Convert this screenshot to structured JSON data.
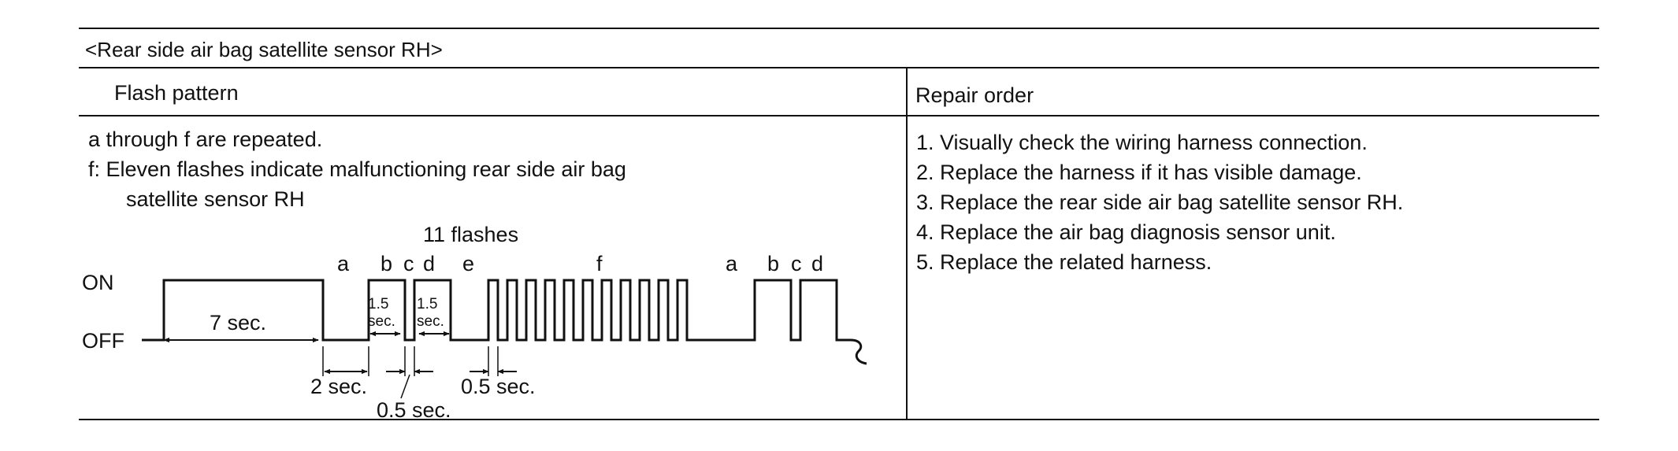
{
  "table": {
    "title": "<Rear side air bag satellite sensor RH>",
    "col_left_header": "Flash pattern",
    "col_right_header": "Repair order"
  },
  "flash_pattern": {
    "note_1": "a through f are repeated.",
    "note_2_line1": "f: Eleven flashes indicate malfunctioning rear side air bag",
    "note_2_line2": "satellite sensor RH",
    "flash_count_label": "11 flashes",
    "state_on": "ON",
    "state_off": "OFF",
    "segment_labels": [
      "a",
      "b",
      "c",
      "d",
      "e",
      "f",
      "a",
      "b",
      "c",
      "d"
    ],
    "durations": {
      "a": "7 sec.",
      "b": "2 sec.",
      "c": "0.5 sec.",
      "e": "0.5 sec.",
      "pulse_top": "1.5",
      "pulse_bottom": "sec."
    },
    "flash_count": 11
  },
  "repair_order": [
    "1. Visually check the wiring harness connection.",
    "2. Replace the harness if it has visible damage.",
    "3. Replace the rear side air bag satellite sensor RH.",
    "4. Replace the air bag diagnosis sensor unit.",
    "5. Replace the related harness."
  ]
}
